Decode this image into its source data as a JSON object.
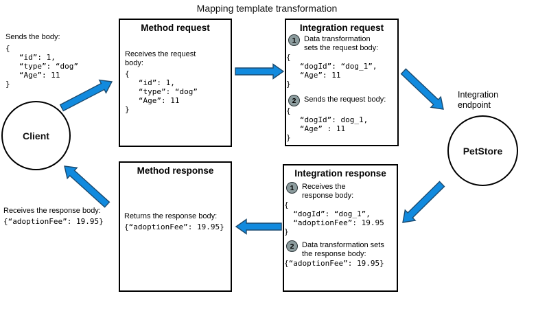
{
  "title": "Mapping template transformation",
  "client": {
    "label": "Client",
    "send_note": "Sends the body:",
    "send_code": "{\n   “id”: 1,\n   “type”: “dog”\n   “Age”: 11\n}",
    "receive_note": "Receives the response body:",
    "receive_code": "{“adoptionFee”: 19.95}"
  },
  "method_request": {
    "title": "Method request",
    "note": "Receives the request body:",
    "code": "{\n   “id”: 1,\n   “type”: “dog”\n   “Age”: 11\n}"
  },
  "integration_request": {
    "title": "Integration request",
    "steps": [
      {
        "num": "1",
        "note": "Data transformation sets the request body:",
        "code": "{\n   “dogId”: “dog_1”,\n   “Age”: 11\n}"
      },
      {
        "num": "2",
        "note": "Sends the request body:",
        "code": "{\n   “dogId”: dog_1,\n   “Age” : 11\n}"
      }
    ]
  },
  "integration_endpoint": {
    "label": "Integration endpoint",
    "node_label": "PetStore"
  },
  "integration_response": {
    "title": "Integration response",
    "steps": [
      {
        "num": "1",
        "note": "Receives the response body:",
        "code": "{\n  “dogId”: “dog_1”,\n  “adoptionFee”: 19.95\n}"
      },
      {
        "num": "2",
        "note": "Data transformation sets the response body:",
        "code": "{“adoptionFee”: 19.95}"
      }
    ]
  },
  "method_response": {
    "title": "Method response",
    "note": "Returns the response body:",
    "code": "{“adoptionFee”: 19.95}"
  },
  "colors": {
    "arrow_fill": "#118ade",
    "arrow_stroke": "#1c4a6e",
    "step_circle_fill": "#8c9c9e",
    "box_border": "#000000"
  }
}
